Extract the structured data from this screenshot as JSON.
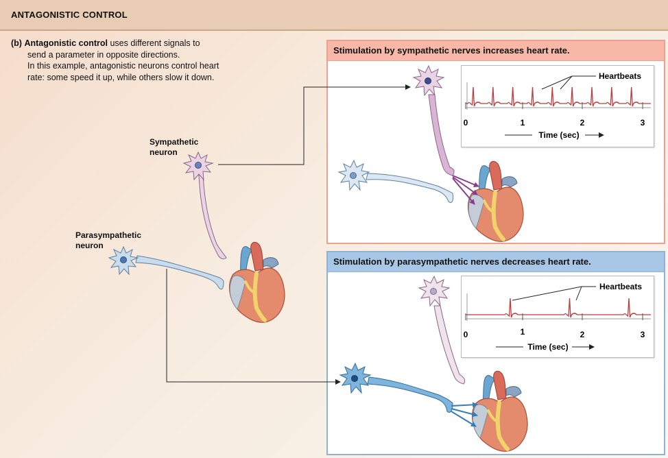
{
  "header": {
    "title": "ANTAGONISTIC CONTROL"
  },
  "intro": {
    "prefix": "(b)",
    "bold_term": "Antagonistic control",
    "line1_rest": " uses different signals to",
    "line2": "send a parameter in opposite directions.",
    "line3": "In this example, antagonistic neurons control heart",
    "line4": "rate: some speed it up, while others slow it down."
  },
  "labels": {
    "sympathetic_line1": "Sympathetic",
    "sympathetic_line2": "neuron",
    "parasympathetic_line1": "Parasympathetic",
    "parasympathetic_line2": "neuron"
  },
  "panels": {
    "sympathetic": {
      "title": "Stimulation by sympathetic nerves increases heart rate.",
      "heartbeats_label": "Heartbeats",
      "x_ticks": [
        "0",
        "1",
        "2",
        "3"
      ],
      "x_label": "Time (sec)",
      "beats_per_sec": 3.0
    },
    "parasympathetic": {
      "title": "Stimulation by parasympathetic nerves decreases heart rate.",
      "heartbeats_label": "Heartbeats",
      "x_ticks": [
        "0",
        "1",
        "2",
        "3"
      ],
      "x_label": "Time (sec)",
      "beats_per_sec": 1.0
    }
  },
  "colors": {
    "sympathetic_neuron": "#e9d3e4",
    "parasympathetic_neuron": "#c9dcee",
    "para_active": "#7fb4dc",
    "ecg_trace": "#c0393b",
    "arrow_symp": "#8a3c8c",
    "arrow_para": "#2f7fbf"
  }
}
